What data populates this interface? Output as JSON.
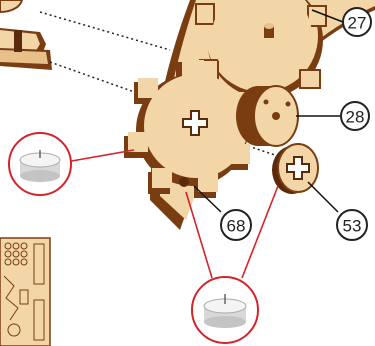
{
  "callouts": {
    "part_27": "27",
    "part_28": "28",
    "part_53": "53",
    "part_68": "68"
  },
  "colors": {
    "wood_face": "#f2d6a8",
    "wood_edge": "#7a3d12",
    "wood_dark": "#5a2a0a",
    "leader_red": "#d4232b",
    "callout_ring": "#222222"
  }
}
